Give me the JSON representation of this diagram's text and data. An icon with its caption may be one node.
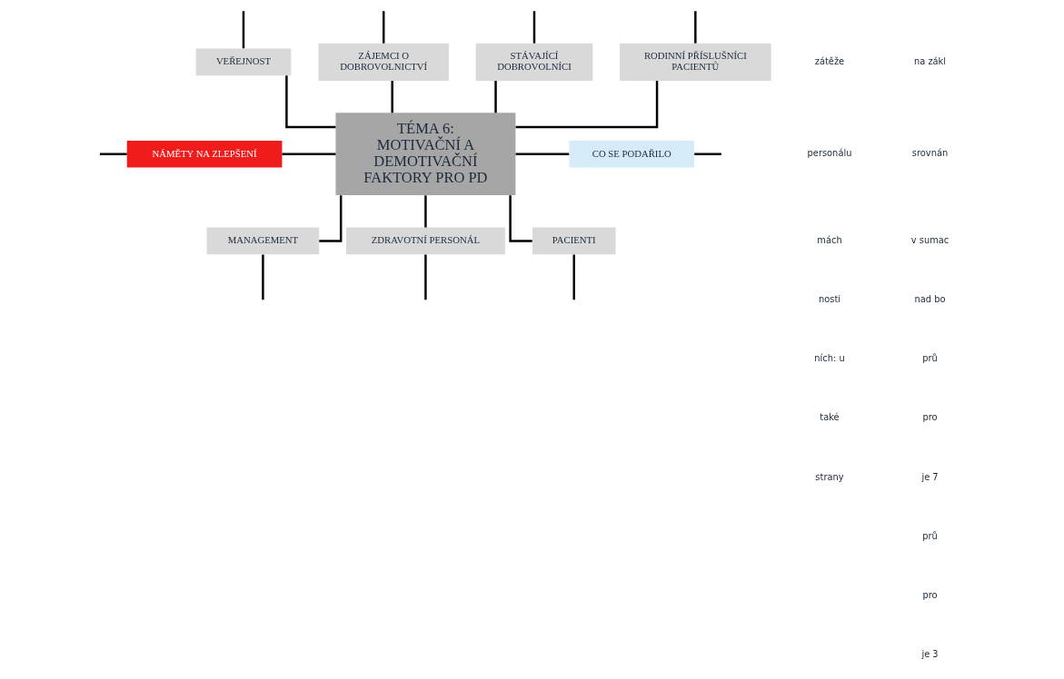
{
  "diagram": {
    "nodes": [
      {
        "text": [
          "RODINNÍ PŘÍSLUŠNÍCI PACIENTŮ"
        ]
      },
      {
        "text": [
          "VEŘEJNOST"
        ]
      },
      {
        "text": [
          "ZÁJEMCI O DOBROVOLNICTVÍ"
        ]
      },
      {
        "text": [
          "STÁVAJÍCÍ DOBROVOLNÍCI"
        ]
      },
      {
        "text": [
          "NÁMĚTY NA ZLEPŠENÍ"
        ]
      },
      {
        "text": [
          "TÉMA 6: MOTIVAČNÍ A DEMOTIVAČNÍ FAKTORY PRO PD"
        ]
      },
      {
        "text": [
          "CO SE PODAŘILO"
        ]
      },
      {
        "text": [
          "MANAGEMENT"
        ]
      },
      {
        "text": [
          "ZDRAVOTNÍ PERSONÁL"
        ]
      },
      {
        "text": [
          "PACIENTI"
        ]
      }
    ],
    "edges": [
      {
        "from": null,
        "to": 0,
        "arrow": "none"
      },
      {
        "from": null,
        "to": 1,
        "arrow": "none"
      },
      {
        "from": null,
        "to": 2,
        "arrow": "none"
      },
      {
        "from": null,
        "to": 3,
        "arrow": "none"
      },
      {
        "from": 0,
        "to": 5,
        "arrow": "none"
      },
      {
        "from": 1,
        "to": 5,
        "arrow": "none"
      },
      {
        "from": 2,
        "to": 5,
        "arrow": "none"
      },
      {
        "from": 3,
        "to": 5,
        "arrow": "none"
      },
      {
        "from": null,
        "to": 4,
        "arrow": "none"
      },
      {
        "from": 4,
        "to": 5,
        "arrow": "none"
      },
      {
        "from": 5,
        "to": 6,
        "arrow": "none"
      },
      {
        "from": 6,
        "to": null,
        "arrow": "none"
      },
      {
        "from": 5,
        "to": 7,
        "arrow": "none"
      },
      {
        "from": 5,
        "to": 8,
        "arrow": "none"
      },
      {
        "from": 5,
        "to": 9,
        "arrow": "none"
      },
      {
        "from": 7,
        "to": null,
        "arrow": "none"
      },
      {
        "from": 8,
        "to": null,
        "arrow": "none"
      },
      {
        "from": 9,
        "to": null,
        "arrow": "none"
      }
    ],
    "labels": [
      "zátěže",
      "personálu",
      "mách",
      "nosti",
      "ních: u",
      "také",
      "strany",
      "na zákl",
      "srovnán",
      "v sumac",
      "nad bo",
      "prů",
      "pro",
      "je 7",
      "prů",
      "pro",
      "je 3"
    ]
  }
}
